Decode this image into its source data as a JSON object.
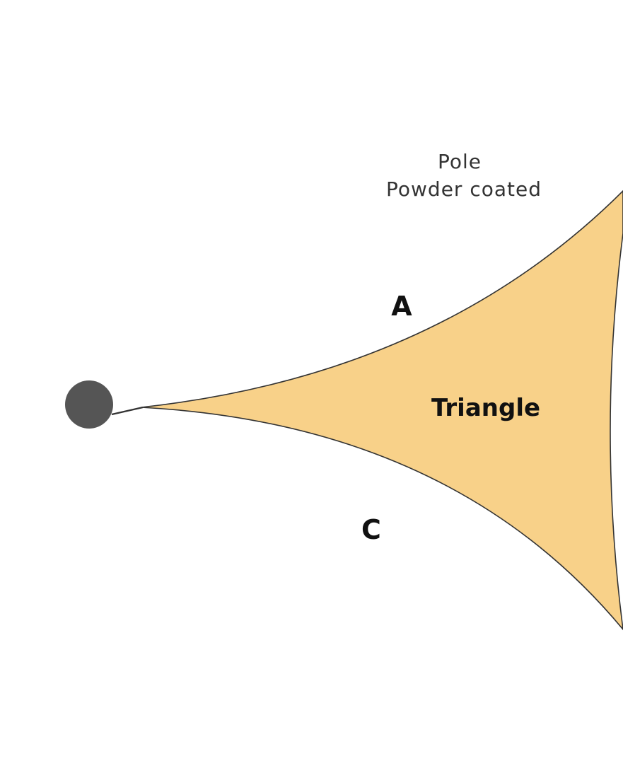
{
  "pole_label": {
    "line1": "Pole",
    "line2": "Powder coated"
  },
  "side_labels": {
    "a": "A",
    "c": "C"
  },
  "shape_label": "Triangle",
  "colors": {
    "sail_fill": "#f8d189",
    "sail_outline": "#333333",
    "pole": "#555555",
    "background": "#ffffff"
  }
}
